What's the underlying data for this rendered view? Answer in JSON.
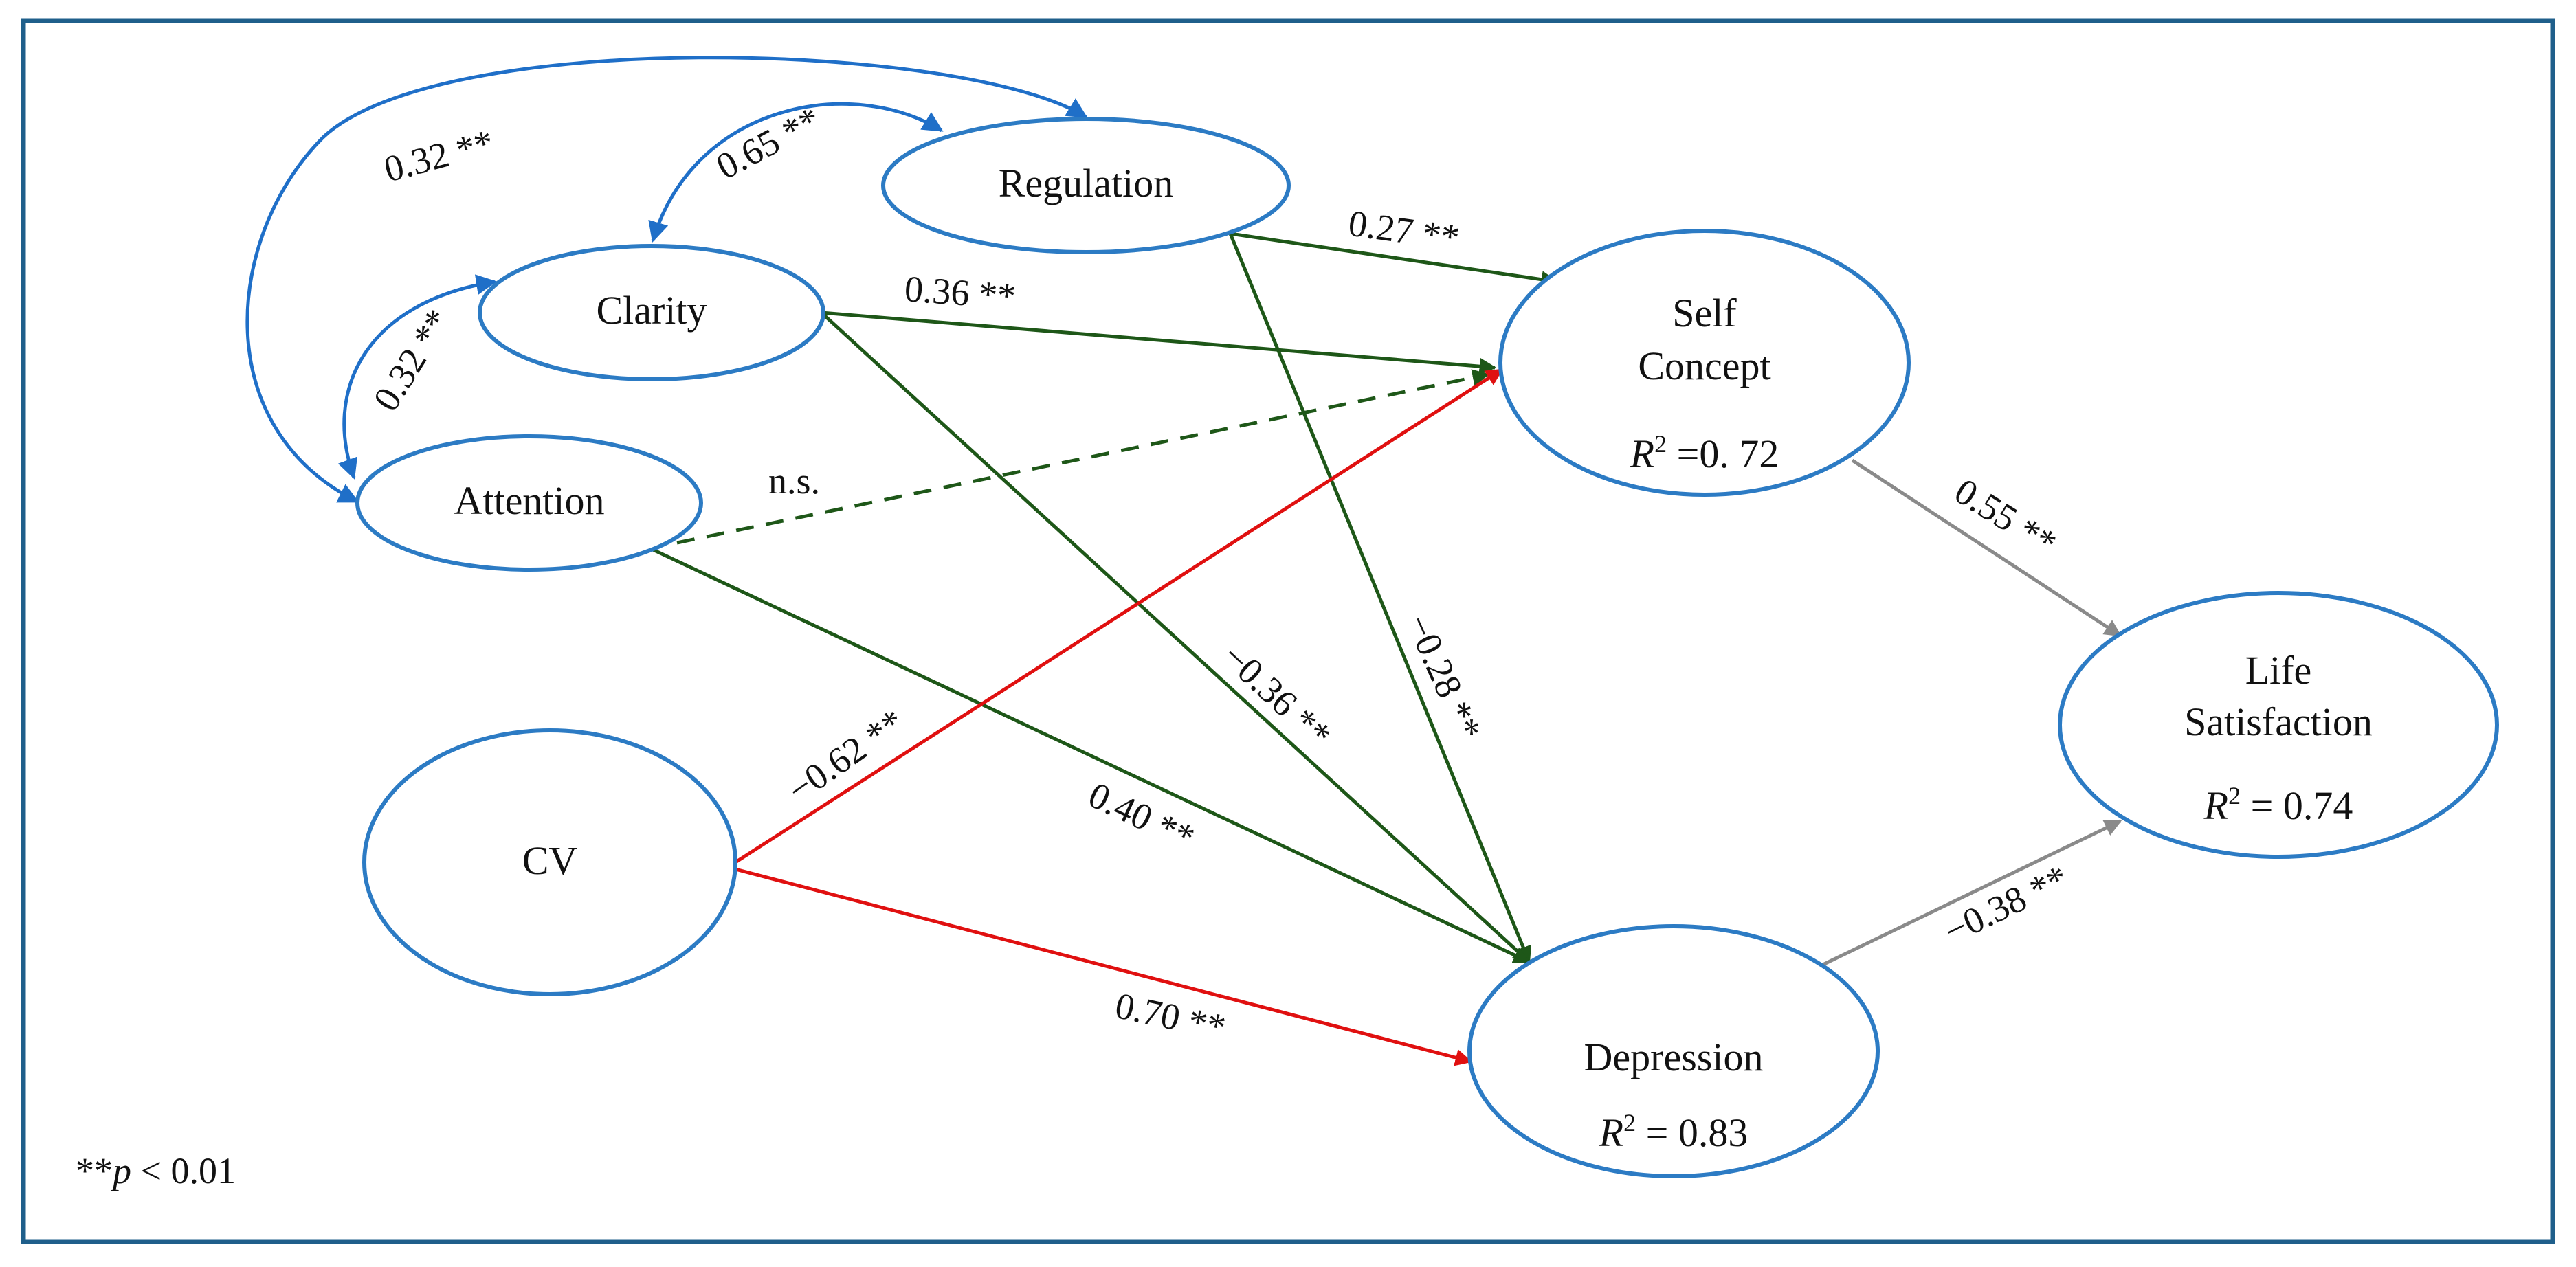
{
  "colors": {
    "frame": "#1f5f8b",
    "node_outline": "#2c7bc4",
    "correlation": "#1f6fc8",
    "path_green": "#1e5718",
    "path_red": "#e01010",
    "path_gray": "#8a8a8a"
  },
  "nodes": {
    "regulation": {
      "label": "Regulation"
    },
    "clarity": {
      "label": "Clarity"
    },
    "attention": {
      "label": "Attention"
    },
    "cv": {
      "label": "CV"
    },
    "self_concept": {
      "label_line1": "Self",
      "label_line2": "Concept",
      "r2_symbol": "R",
      "r2_sup": "2",
      "r2_value": " =0. 72"
    },
    "depression": {
      "label": "Depression",
      "r2_symbol": "R",
      "r2_sup": "2",
      "r2_value": " = 0.83"
    },
    "life_satisfaction": {
      "label_line1": "Life",
      "label_line2": "Satisfaction",
      "r2_symbol": "R",
      "r2_sup": "2",
      "r2_value": " = 0.74"
    }
  },
  "correlations": {
    "attention_regulation": "0.32 **",
    "clarity_regulation": "0.65 **",
    "attention_clarity": "0.32 **"
  },
  "paths": {
    "regulation_selfconcept": "0.27 **",
    "clarity_selfconcept": "0.36 **",
    "attention_selfconcept": "n.s.",
    "cv_selfconcept": "−0.62 **",
    "clarity_depression": "−0.36 **",
    "regulation_depression": "−0.28 **",
    "attention_depression": "0.40 **",
    "cv_depression": "0.70 **",
    "selfconcept_lifesat": "0.55 **",
    "depression_lifesat": "−0.38 **"
  },
  "note": {
    "stars": "**",
    "p": "p",
    "rest": " < 0.01"
  }
}
